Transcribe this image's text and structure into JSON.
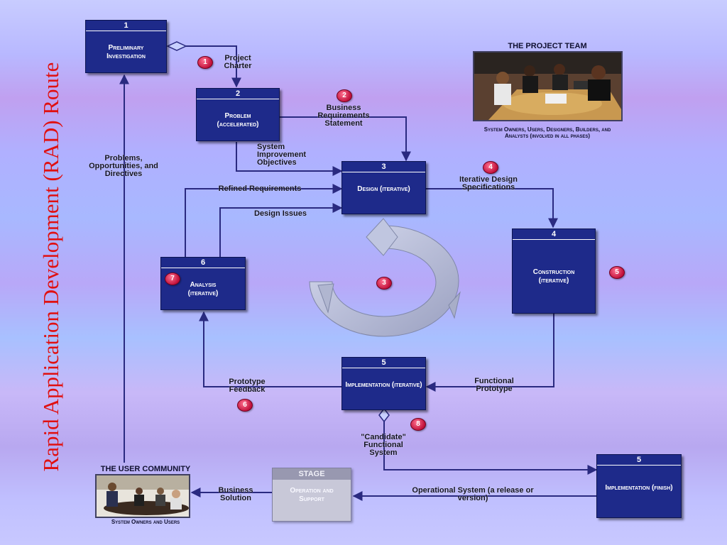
{
  "title": "Rapid Application Development (RAD) Route",
  "boxes": {
    "b1": {
      "num": "1",
      "label": "Preliminary Investigation"
    },
    "b2": {
      "num": "2",
      "label": "Problem (accelerated)"
    },
    "b3": {
      "num": "3",
      "label": "Design (iterative)"
    },
    "b4": {
      "num": "4",
      "label": "Construction (iterative)"
    },
    "b5": {
      "num": "5",
      "label": "Implementation (iterative)"
    },
    "b6": {
      "num": "6",
      "label": "Analysis (iterative)"
    },
    "b5f": {
      "num": "5",
      "label": "Implementation (finish)"
    }
  },
  "labels": {
    "project_charter": "Project Charter",
    "business_requirements": "Business Requirements Statement",
    "system_improvement": "System Improvement Objectives",
    "problems_opportunities": "Problems, Opportunities, and Directives",
    "refined_requirements": "Refined Requirements",
    "design_issues": "Design Issues",
    "iterative_design": "Iterative Design Specifications",
    "functional_prototype": "Functional Prototype",
    "prototype_feedback": "Prototype Feedback",
    "candidate_system": "\"Candidate\" Functional System",
    "operational_system": "Operational System (a release or version)",
    "business_solution": "Business Solution"
  },
  "markers": [
    "1",
    "2",
    "4",
    "5",
    "6",
    "7",
    "8",
    "3"
  ],
  "project_team": {
    "heading": "THE PROJECT TEAM",
    "caption": "System Owners, Users, Designers, Builders, and Analysts (involved in all phases)"
  },
  "user_community": {
    "heading": "THE USER COMMUNITY",
    "caption": "System Owners and Users"
  },
  "stage": {
    "heading": "STAGE",
    "body": "Operation and Support"
  },
  "colors": {
    "box": "#1e2a8a",
    "title": "#e01010",
    "marker": "#c0103a",
    "wire": "#2a2a80"
  }
}
